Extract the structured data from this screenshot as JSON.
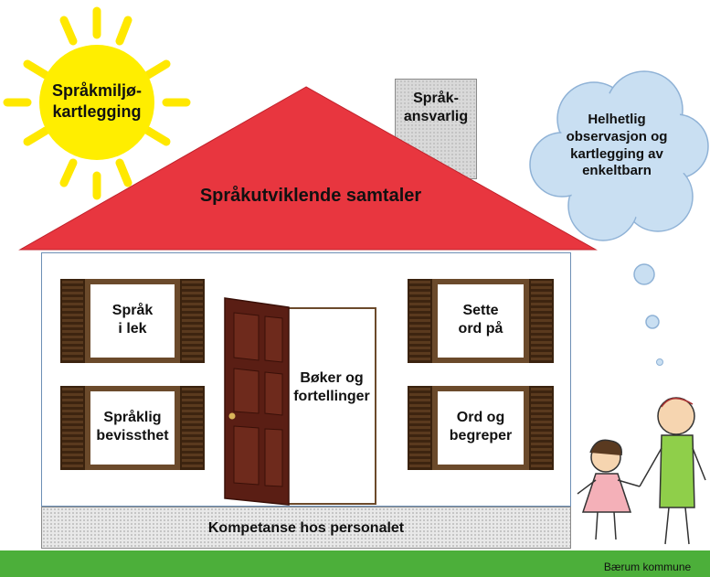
{
  "sun": {
    "label": "Språkmiljø-\nkartlegging",
    "color": "#ffee00"
  },
  "chimney": {
    "label": "Språk-\nansvarlig"
  },
  "roof": {
    "label": "Språkutviklende samtaler",
    "color": "#e8363f"
  },
  "cloud": {
    "label": "Helhetlig\nobservasjon og\nkartlegging av\nenkeltbarn",
    "color": "#c9dff2"
  },
  "windows": {
    "top_left": "Språk\ni lek",
    "bottom_left": "Språklig\nbevissthet",
    "top_right": "Sette\nord på",
    "bottom_right": "Ord og\nbegreper"
  },
  "door": {
    "label": "Bøker og\nfortellinger"
  },
  "foundation": {
    "label": "Kompetanse hos personalet"
  },
  "footer": {
    "credit": "Bærum kommune",
    "grass_color": "#4caf3a"
  }
}
